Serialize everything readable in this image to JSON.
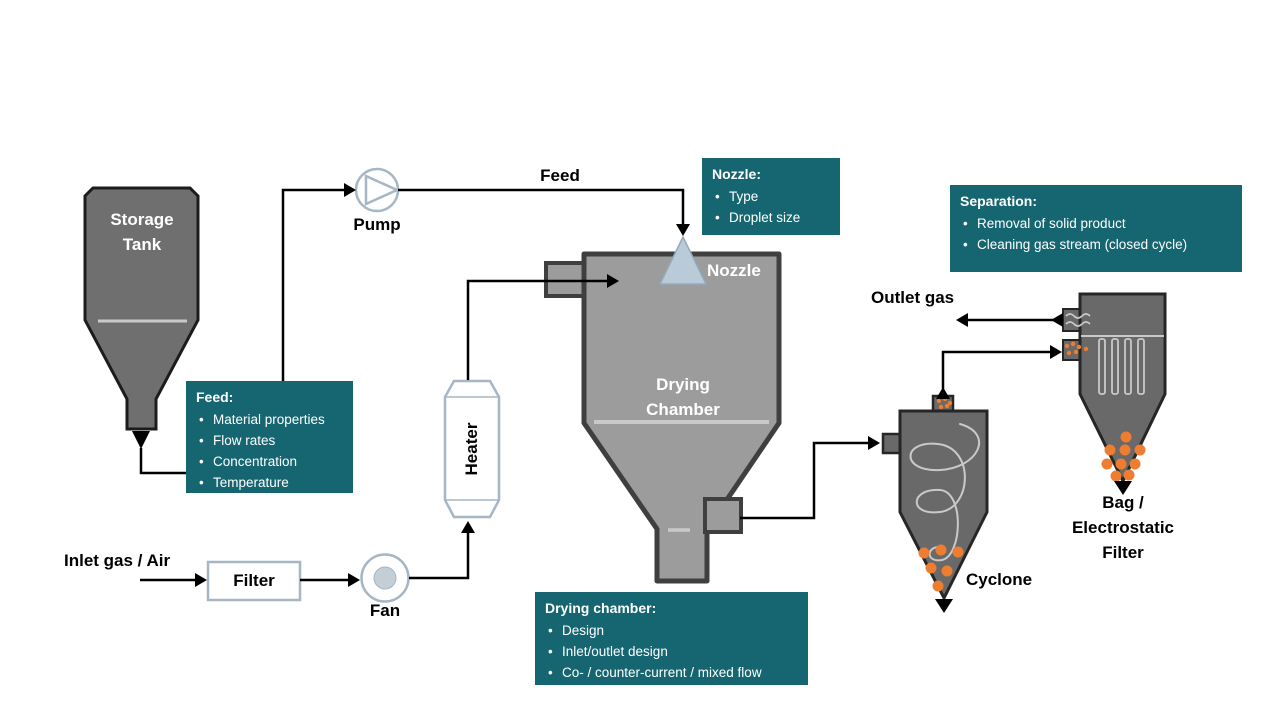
{
  "colors": {
    "teal": "#156670",
    "orange": "#ED7D31",
    "tank_gray": "#6F6F6F",
    "chamber_gray": "#9C9C9C",
    "dark_gray": "#696969",
    "equipment_stroke": "#A6B6C4",
    "nozzle_blue": "#B9CBD9"
  },
  "labels": {
    "storage_tank": "Storage Tank",
    "pump": "Pump",
    "feed_line": "Feed",
    "nozzle": "Nozzle",
    "drying_chamber": "Drying Chamber",
    "heater": "Heater",
    "inlet_gas": "Inlet gas / Air",
    "filter": "Filter",
    "fan": "Fan",
    "outlet_gas": "Outlet gas",
    "cyclone": "Cyclone",
    "bag_filter": "Bag / Electrostatic Filter"
  },
  "callouts": {
    "feed": {
      "title": "Feed:",
      "items": [
        "Material properties",
        "Flow rates",
        "Concentration",
        "Temperature"
      ]
    },
    "nozzle": {
      "title": "Nozzle:",
      "items": [
        "Type",
        "Droplet size"
      ]
    },
    "separation": {
      "title": "Separation:",
      "items": [
        "Removal of solid product",
        "Cleaning gas stream (closed cycle)"
      ]
    },
    "drying_chamber": {
      "title": "Drying chamber:",
      "items": [
        "Design",
        "Inlet/outlet  design",
        "Co- / counter-current  / mixed flow"
      ]
    }
  }
}
